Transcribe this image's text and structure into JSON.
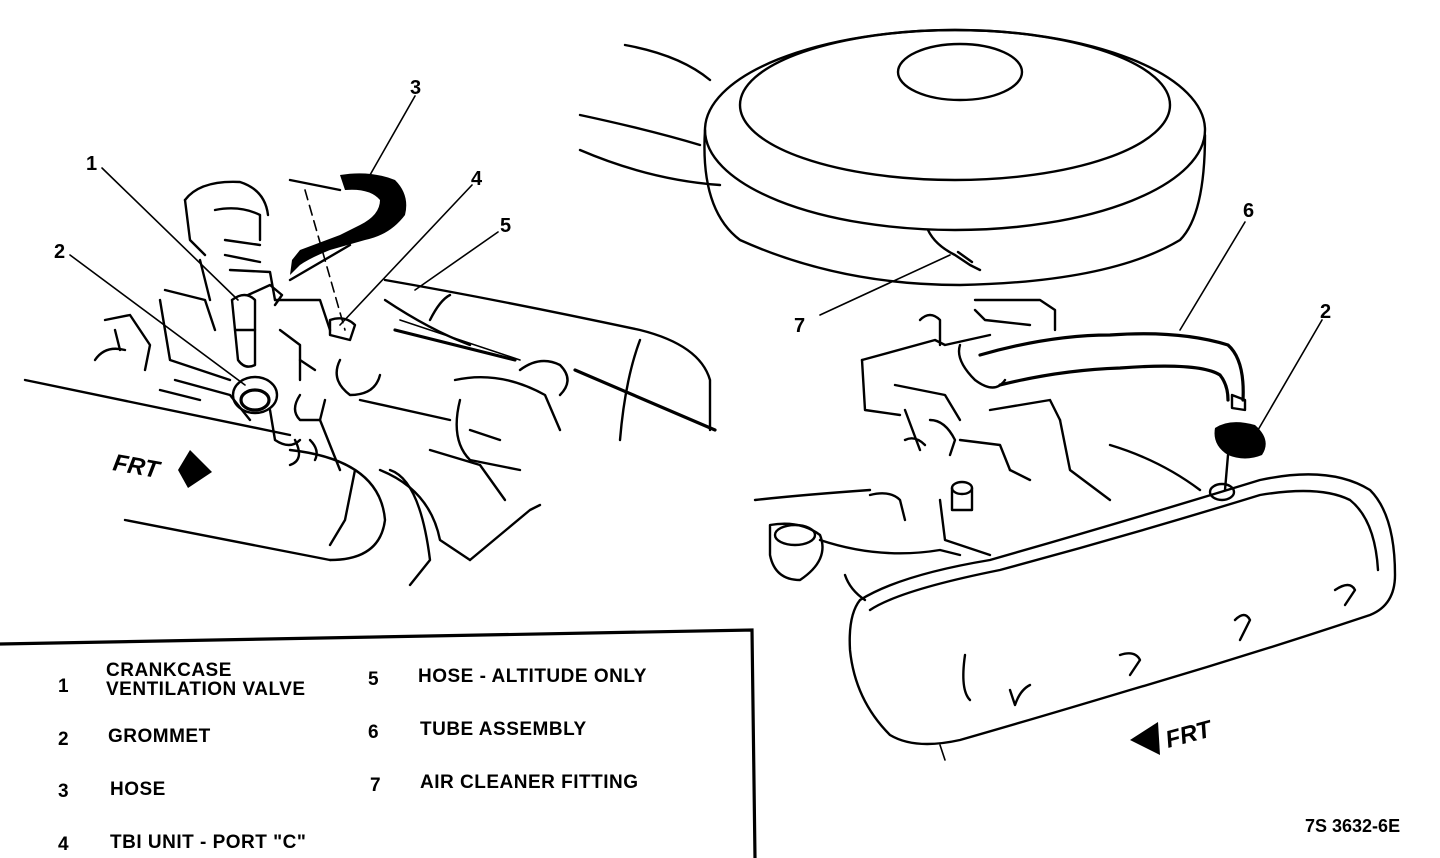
{
  "callouts": {
    "left": [
      "1",
      "2",
      "3",
      "4",
      "5"
    ],
    "right": [
      "6",
      "2",
      "7"
    ]
  },
  "frt_label": "FRT",
  "legend": [
    {
      "num": "1",
      "text": "CRANKCASE\nVENTILATION VALVE"
    },
    {
      "num": "2",
      "text": "GROMMET"
    },
    {
      "num": "3",
      "text": "HOSE"
    },
    {
      "num": "4",
      "text": "TBI UNIT - PORT \"C\""
    },
    {
      "num": "5",
      "text": "HOSE - ALTITUDE ONLY"
    },
    {
      "num": "6",
      "text": "TUBE ASSEMBLY"
    },
    {
      "num": "7",
      "text": "AIR CLEANER FITTING"
    }
  ],
  "figure_code": "7S 3632-6E"
}
